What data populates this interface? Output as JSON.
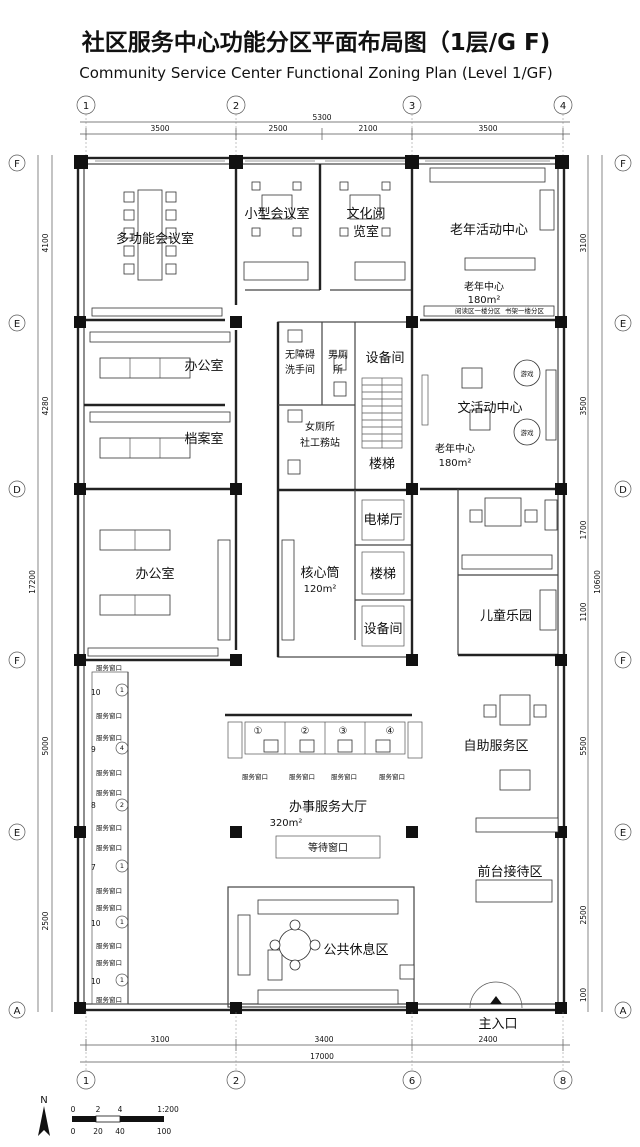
{
  "title": {
    "cn": "社区服务中心功能分区平面布局图（1层/G F)",
    "en": "Community Service Center Functional Zoning Plan (Level 1/GF)"
  },
  "grid": {
    "top_axes": [
      "1",
      "2",
      "3",
      "4"
    ],
    "bottom_axes": [
      "1",
      "2",
      "6",
      "8"
    ],
    "left_axes": [
      "F",
      "E",
      "D",
      "F",
      "E",
      "A"
    ],
    "right_axes": [
      "F",
      "E",
      "D",
      "F",
      "E",
      "A"
    ]
  },
  "dimensions": {
    "top_total": "5300",
    "top_segments": [
      "3500",
      "2500",
      "2100",
      "3500"
    ],
    "bottom_segments": [
      "3100",
      "3400",
      "2400"
    ],
    "bottom_total": "17000",
    "left_segments": [
      "4100",
      "4280",
      "5000",
      "2500"
    ],
    "left_total": "17200",
    "right_segments": [
      "3100",
      "3500",
      "1700",
      "1100",
      "5500",
      "2500",
      "100"
    ],
    "right_total": "10600"
  },
  "rooms": {
    "multi_meeting": "多功能会议室",
    "small_meeting": "小型会议室",
    "reading_room_1": "文化阅",
    "reading_room_2": "览室",
    "senior_center": "老年活动中心",
    "senior_area_label": "老年中心",
    "senior_area": "180m²",
    "office_1": "办公室",
    "archive": "档案室",
    "accessible_wc_1": "无障碍",
    "accessible_wc_2": "洗手间",
    "mens_wc_1": "男厕",
    "mens_wc_2": "所",
    "equipment_1": "设备间",
    "womens_wc": "女厕所",
    "social_work": "社工務站",
    "stairs_1": "楼梯",
    "culture_center": "文活动中心",
    "culture_area_label": "老年中心",
    "culture_area": "180m²",
    "game": "游戏",
    "office_2": "办公室",
    "core_1": "核心筒",
    "core_area": "120m²",
    "elevator": "电梯厅",
    "stairs_2": "楼梯",
    "equipment_2": "设备间",
    "kids": "儿童乐园",
    "self_service": "自助服务区",
    "hall": "办事服务大厅",
    "hall_area": "320m²",
    "waiting": "等待窗口",
    "reception": "前台接待区",
    "lounge": "公共休息区",
    "entrance": "主入口",
    "service_window": "服务窗口",
    "counter_labels": [
      "①",
      "②",
      "③",
      "④"
    ],
    "left_counter_numbers": [
      "10",
      "9",
      "8",
      "7",
      "10",
      "10"
    ],
    "left_counter_badges": [
      "1",
      "4",
      "2",
      "1",
      "1",
      "1"
    ],
    "shelf_labels": [
      "阅读区一楼分区",
      "书架一楼分区"
    ]
  },
  "scale": {
    "north": "N",
    "ticks_top": [
      "0",
      "2",
      "4"
    ],
    "ratio": "1:200",
    "ticks_bottom": [
      "0",
      "20",
      "40",
      "100"
    ]
  }
}
